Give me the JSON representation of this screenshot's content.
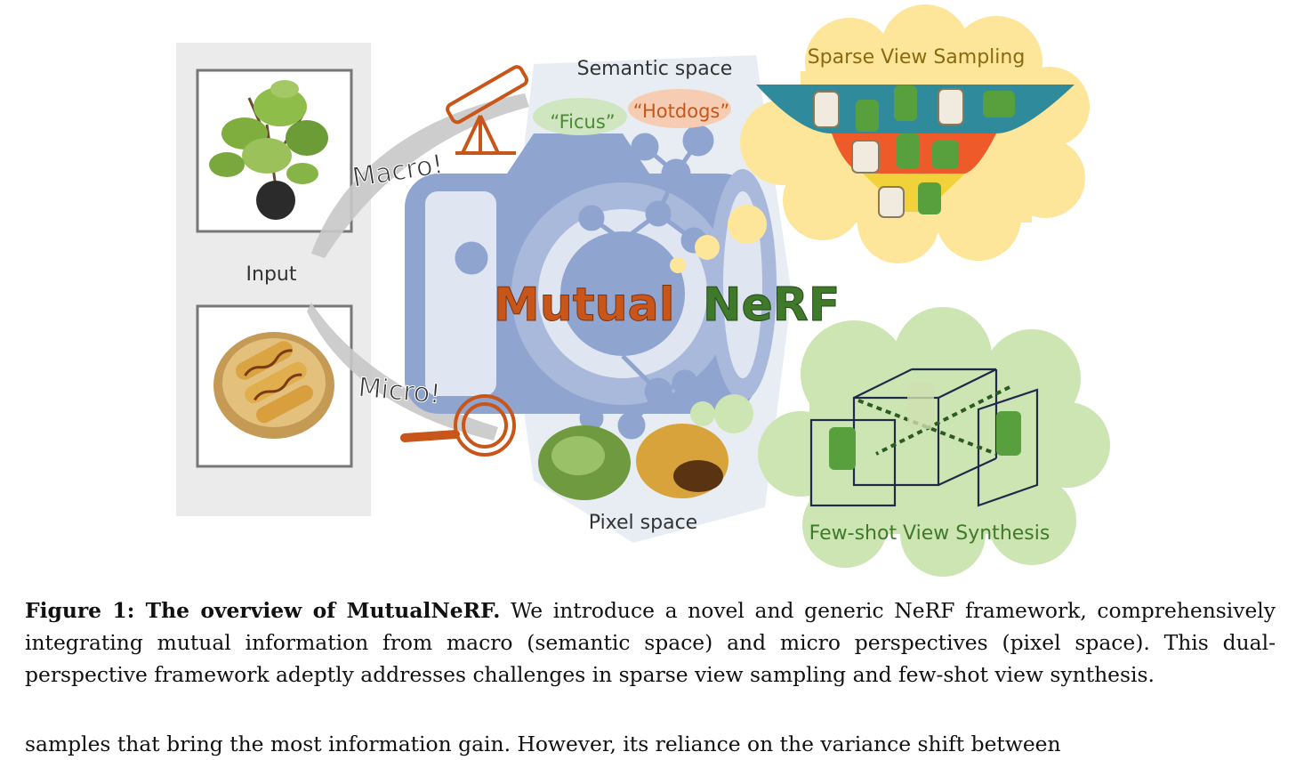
{
  "figure": {
    "input_label": "Input",
    "macro_label": "Macro!",
    "micro_label": "Micro!",
    "semantic_space_label": "Semantic space",
    "ficus_tag": "“Ficus”",
    "hotdogs_tag": "“Hotdogs”",
    "pixel_space_label": "Pixel space",
    "logo_word_1": "Mutual",
    "logo_word_2": "NeRF",
    "sparse_view_label": "Sparse View Sampling",
    "fewshot_label": "Few-shot View Synthesis",
    "colors": {
      "orange": "#c8561a",
      "green": "#3f7a2b",
      "camera_blue": "#8fa4cf",
      "cloud_yellow": "#fde69a",
      "cloud_green": "#cde5b3",
      "panel_gray": "#ebebeb",
      "hotdog_bubble": "#f6cdb2",
      "ficus_bubble": "#cfe6c0"
    }
  },
  "caption": {
    "label": "Figure 1: The overview of MutualNeRF.",
    "text": " We introduce a novel and generic NeRF framework, compre­hensively integrating mutual information from macro (semantic space) and micro perspectives (pixel space). This dual-perspective framework adeptly addresses challenges in sparse view sampling and few-shot view synthesis."
  },
  "body": {
    "continuation": "samples that bring the most information gain. However, its reliance on the variance shift between"
  }
}
